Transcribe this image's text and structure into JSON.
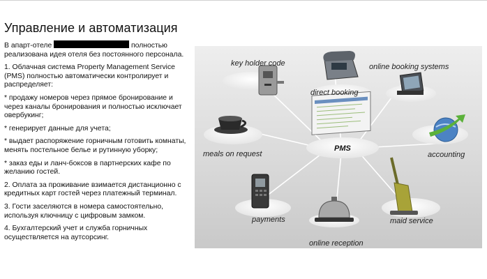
{
  "title": "Управление и автоматизация",
  "intro_before": "В апарт-отеле",
  "intro_after": "полностью реализована идея отеля без постоянного персонала.",
  "paragraphs": [
    "1. Облачная система Property Management Service (PMS) полностью автоматически контролирует и распределяет:",
    "* продажу номеров через прямое бронирование и через каналы бронирования и полностью исключает овербукинг;",
    "* генерирует данные для учета;",
    "* выдает распоряжение горничным готовить комнаты, менять постельное белье и рутинную уборку;",
    "* заказ еды и ланч-боксов в партнерских кафе по желанию гостей.",
    "2. Оплата за проживание взимается дистанционно с кредитных карт гостей через платежный терминал.",
    "3. Гости заселяются в номера самостоятельно, используя ключницу с цифровым замком.",
    "4. Бухгалтерский учет и служба горничных осуществляется на аутсорсинг."
  ],
  "diagram": {
    "center": "PMS",
    "nodes": {
      "key_holder": "key holder code",
      "direct_booking": "direct booking",
      "online_booking": "online booking systems",
      "meals": "meals on request",
      "accounting": "accounting",
      "payments": "payments",
      "maid": "maid service",
      "reception": "online reception"
    },
    "icons": [
      "key-holder-icon",
      "phone-icon",
      "pos-terminal-icon",
      "teacup-icon",
      "globe-arrow-icon",
      "card-terminal-icon",
      "vacuum-icon",
      "service-bell-icon"
    ]
  }
}
